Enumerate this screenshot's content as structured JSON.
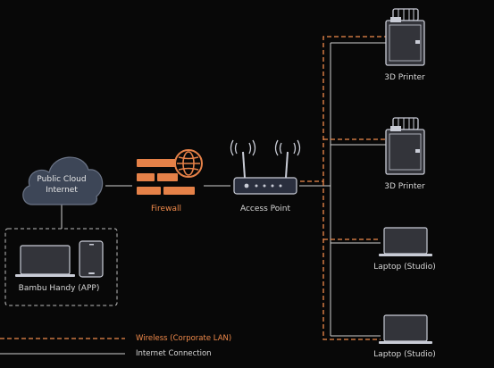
{
  "nodes": {
    "cloud": {
      "label_line1": "Public Cloud",
      "label_line2": "Internet"
    },
    "firewall": {
      "label": "Firewall"
    },
    "access_point": {
      "label": "Access Point"
    },
    "app_group": {
      "label": "Bambu Handy (APP)"
    },
    "devices": [
      {
        "label": "3D Printer"
      },
      {
        "label": "3D Printer"
      },
      {
        "label": "Laptop (Studio)"
      },
      {
        "label": "Laptop (Studio)"
      }
    ]
  },
  "legend": {
    "wireless": "Wireless (Corporate LAN)",
    "internet": "Internet Connection"
  },
  "colors": {
    "background": "#080808",
    "device_stroke": "#c9ccd6",
    "device_fill": "#33343a",
    "connection_line": "#cfcfcf",
    "wireless_accent": "#f08a4b",
    "cloud_fill": "#3d4657"
  }
}
